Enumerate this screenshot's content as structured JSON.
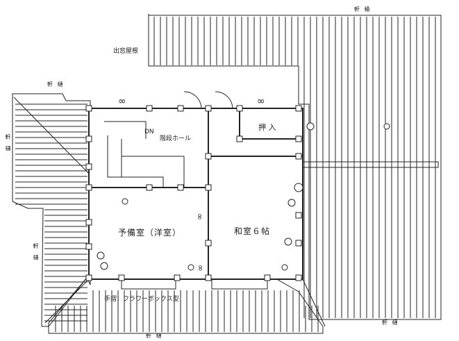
{
  "labels": {
    "eaves_top": "軒 桶",
    "eaves_left_top": "軒 樋",
    "eaves_left_side": "軒 樋",
    "eaves_left_lower": "軒 樋",
    "eaves_bottom_right": "軒 樋",
    "eaves_bottom": "軒 樋",
    "dormer": "出窓屋根",
    "stair_hall": "階段ホール",
    "down": "DN",
    "closet": "押 入",
    "western_room": "予備室（洋室）",
    "japanese_room": "和室６帖",
    "flower_box": "手摺：フラワーボックス型"
  },
  "colors": {
    "line": "#222222",
    "background": "#ffffff"
  }
}
